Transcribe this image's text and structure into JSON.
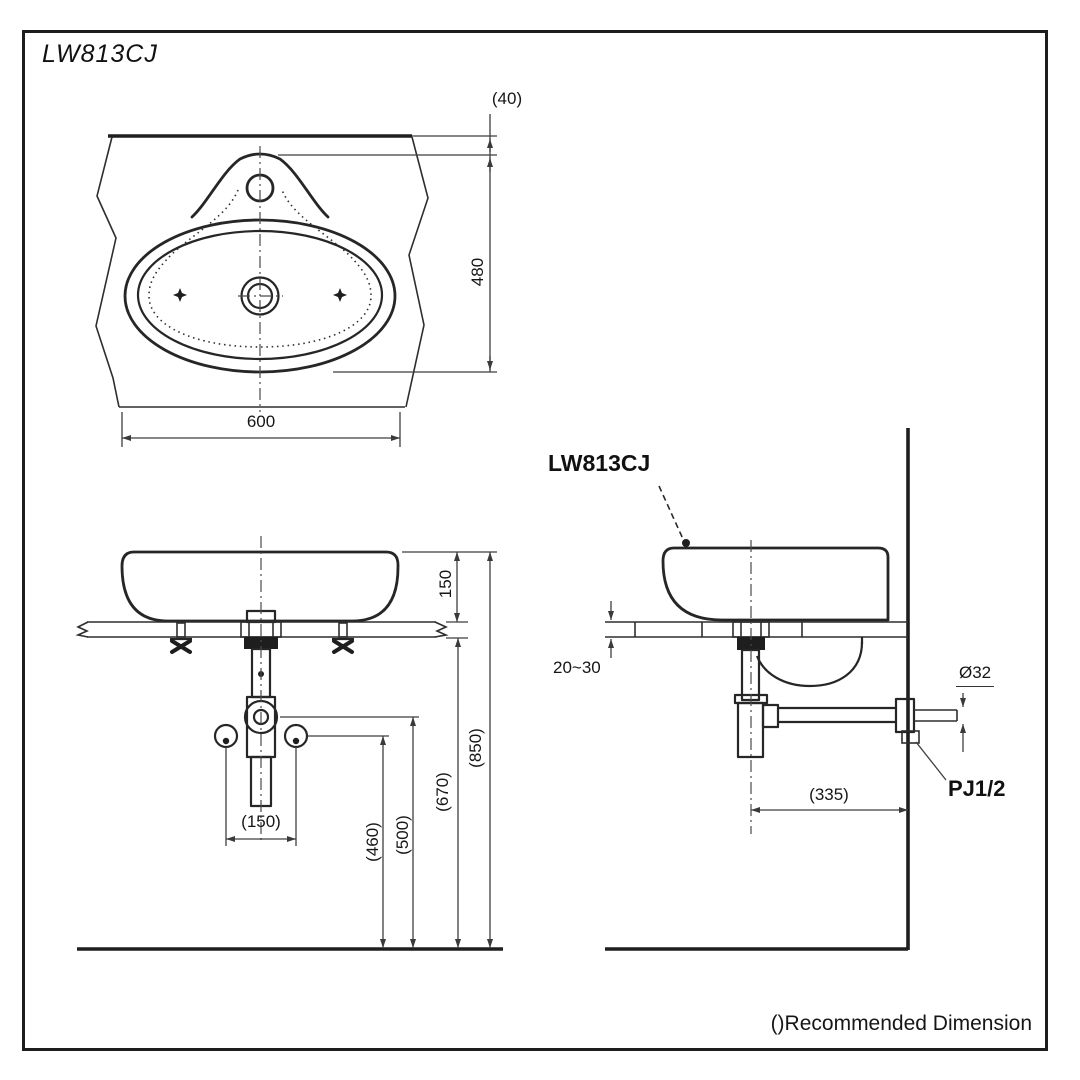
{
  "sheet": {
    "title": "LW813CJ",
    "note": "()Recommended Dimension"
  },
  "top_view": {
    "dim_back_edge_gap": "(40)",
    "dim_depth": "480",
    "dim_width": "600"
  },
  "front_view": {
    "dim_rim_above_counter": "150",
    "dim_supply_spacing": "(150)",
    "dim_supply_height": "(460)",
    "dim_trap_height": "(500)",
    "dim_counter_underside_height": "(670)",
    "dim_rim_height": "(850)"
  },
  "side_view": {
    "product_code": "LW813CJ",
    "dim_counter_thickness": "20~30",
    "dim_trap_to_wall": "(335)",
    "dim_pipe_diameter": "Ø32",
    "label_supply_joint": "PJ1/2"
  }
}
